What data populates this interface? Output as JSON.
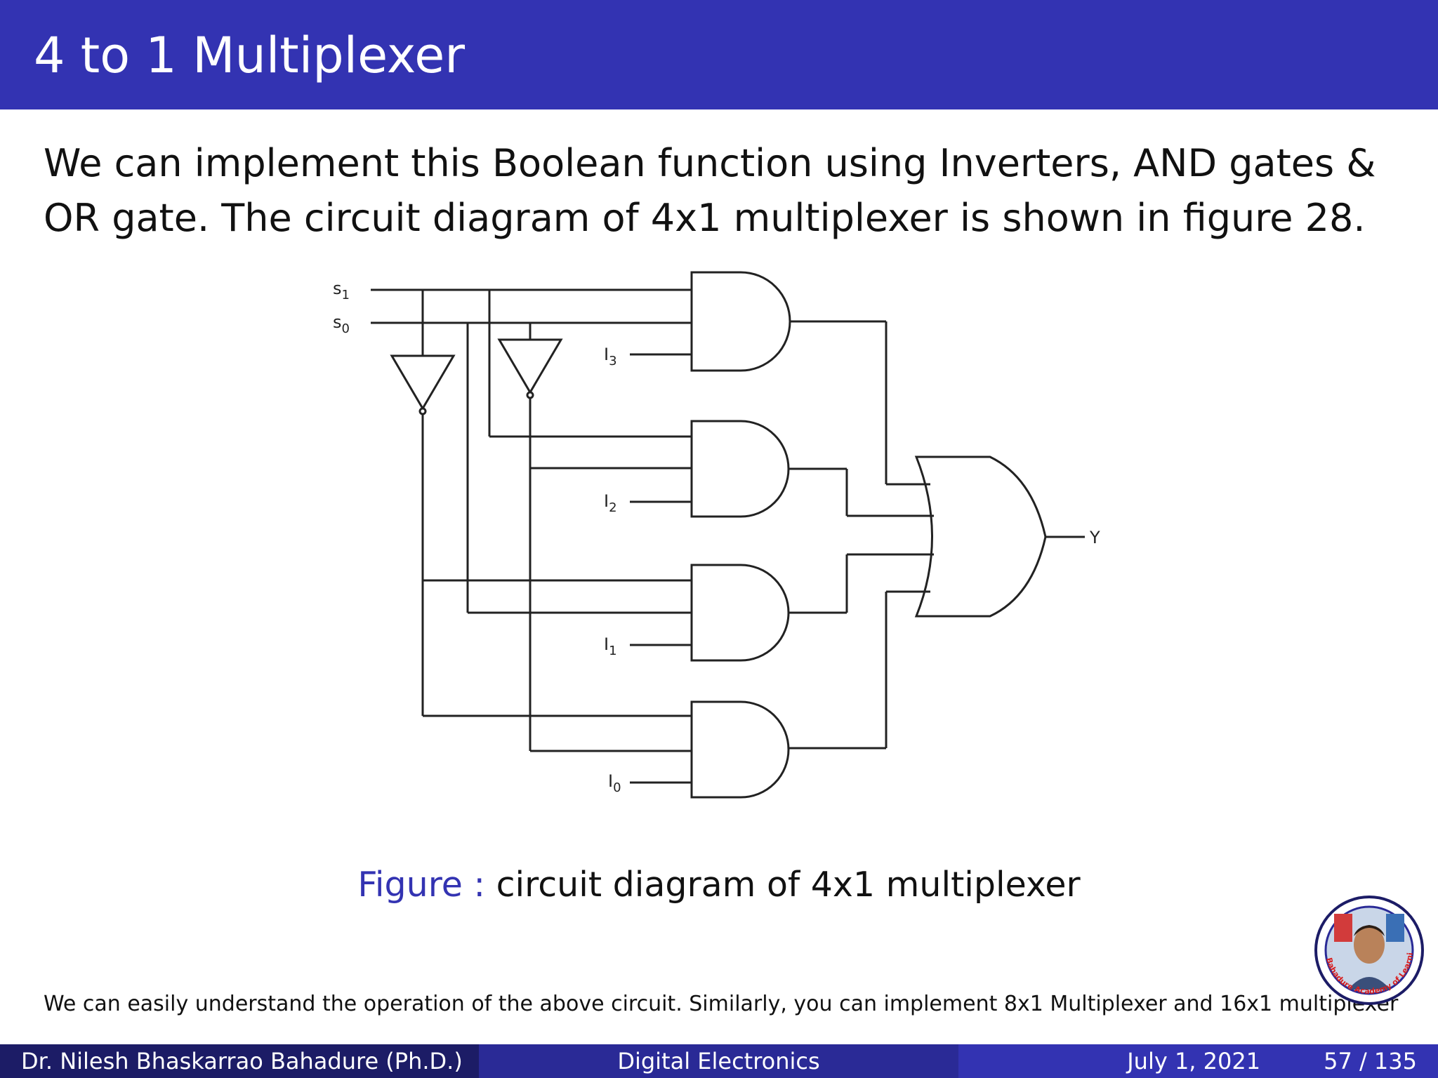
{
  "slide": {
    "title": "4 to 1 Multiplexer",
    "intro_line1": "We can implement this Boolean function using Inverters, AND gates &",
    "intro_line2": "OR gate.  The circuit diagram of 4x1 multiplexer is shown in figure 28.",
    "caption_prefix": "Figure :",
    "caption_text": "circuit diagram of 4x1 multiplexer",
    "note": "We can easily understand the operation of the above circuit. Similarly, you can implement 8x1 Multiplexer and 16x1 multiplexer",
    "logo_text": "Bahadure Academy of Learning"
  },
  "circuit": {
    "labels": {
      "s1": "s",
      "s1_sub": "1",
      "s0": "s",
      "s0_sub": "0",
      "i3": "I",
      "i3_sub": "3",
      "i2": "I",
      "i2_sub": "2",
      "i1": "I",
      "i1_sub": "1",
      "i0": "I",
      "i0_sub": "0",
      "output": "Y"
    }
  },
  "footer": {
    "author": "Dr.  Nilesh Bhaskarrao Bahadure  (Ph.D.)",
    "course": "Digital Electronics",
    "date": "July 1, 2021",
    "page": "57 / 135"
  },
  "colors": {
    "title_bar": "#3333b2",
    "footer_dark": "#1c1c66",
    "footer_mid": "#2a2a96",
    "caption_prefix": "#3333b2"
  }
}
